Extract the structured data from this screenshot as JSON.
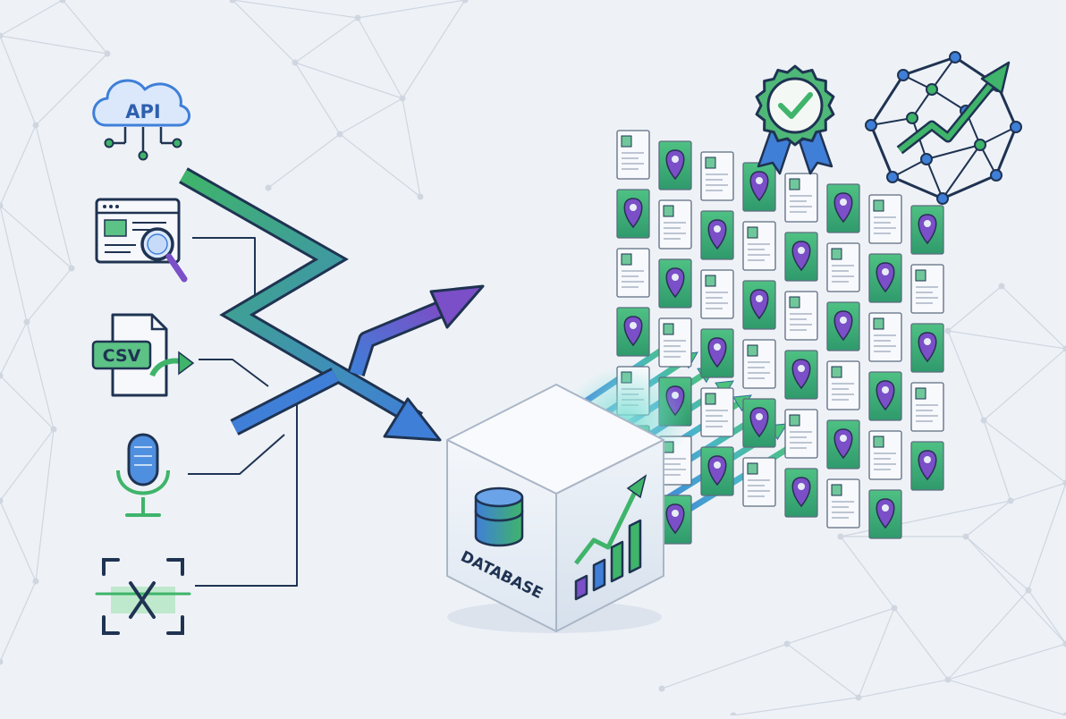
{
  "sources": {
    "api": {
      "label": "API",
      "icon": "cloud-api-icon"
    },
    "web": {
      "icon": "web-search-icon"
    },
    "csv": {
      "label": "CSV",
      "icon": "csv-file-export-icon"
    },
    "audio": {
      "icon": "microphone-icon"
    },
    "scan": {
      "icon": "scan-document-icon"
    }
  },
  "database": {
    "label": "DATABASE",
    "icon": "database-cube-icon"
  },
  "output": {
    "icon": "record-card-grid"
  },
  "badges": [
    {
      "icon": "verified-award-icon"
    },
    {
      "icon": "network-growth-icon"
    }
  ],
  "colors": {
    "blue": "#3f7fd8",
    "green": "#3fb46a",
    "purple": "#7a4fc7",
    "navy": "#1f3352",
    "background": "#eef2f7"
  }
}
